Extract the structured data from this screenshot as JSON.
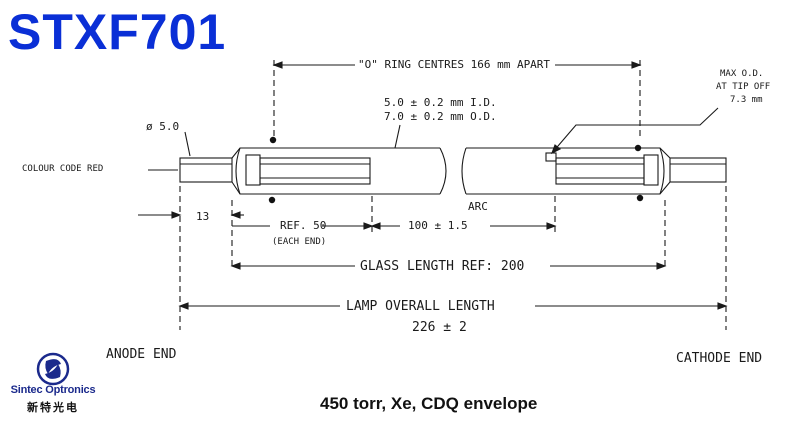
{
  "title": "STXF701",
  "labels": {
    "o_ring": "\"O\" RING CENTRES 166 mm APART",
    "max_od_1": "MAX O.D.",
    "max_od_2": "AT TIP OFF",
    "max_od_3": "7.3 mm",
    "id_spec": "5.0 ± 0.2 mm I.D.",
    "od_spec": "7.0 ± 0.2 mm O.D.",
    "diameter": "ø 5.0",
    "colour_code": "COLOUR CODE RED",
    "arc": "ARC",
    "dim_13": "13",
    "ref_50": "REF. 50",
    "each_end": "(EACH END)",
    "arc_len": "100 ± 1.5",
    "glass_length": "GLASS LENGTH REF:  200",
    "overall_length": "LAMP OVERALL LENGTH",
    "overall_value": "226 ± 2",
    "anode_end": "ANODE END",
    "cathode_end": "CATHODE END"
  },
  "caption": "450 torr, Xe, CDQ envelope",
  "logo": {
    "name": "Sintec Optronics",
    "chinese": "新特光电"
  },
  "colors": {
    "title": "#0a2fd6",
    "logo_blue": "#1b2a8c",
    "ink": "#1a1a1a"
  }
}
